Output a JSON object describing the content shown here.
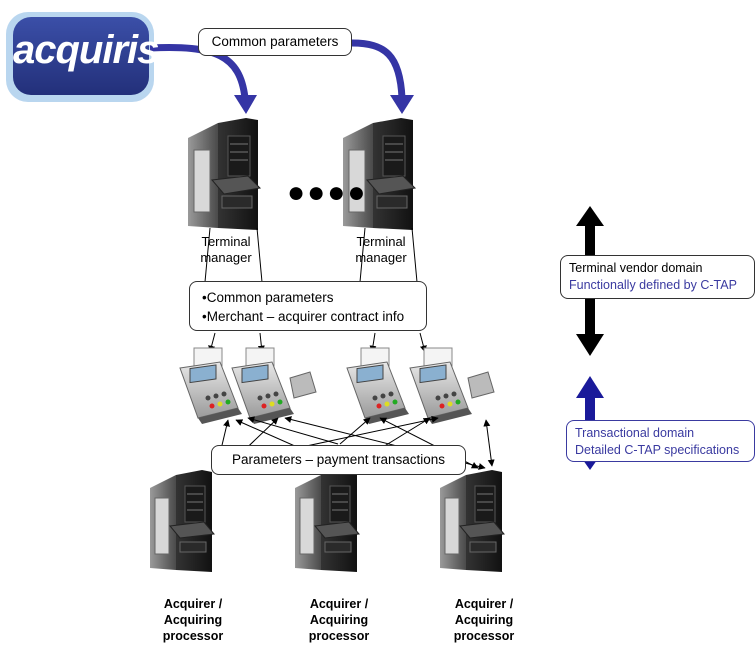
{
  "logo": {
    "text": "acquiris",
    "color": "#2f3f8f"
  },
  "top_box": {
    "label": "Common parameters"
  },
  "terminal_managers": [
    {
      "line1": "Terminal",
      "line2": "manager"
    },
    {
      "line1": "Terminal",
      "line2": "manager"
    }
  ],
  "ellipsis": "●●●●",
  "contract_box": {
    "items": [
      "Common parameters",
      "Merchant – acquirer contract info"
    ]
  },
  "transactions_box": {
    "label": "Parameters – payment transactions"
  },
  "acquirers": [
    {
      "line1": "Acquirer /",
      "line2": "Acquiring",
      "line3": "processor"
    },
    {
      "line1": "Acquirer /",
      "line2": "Acquiring",
      "line3": "processor"
    },
    {
      "line1": "Acquirer /",
      "line2": "Acquiring",
      "line3": "processor"
    }
  ],
  "vendor_domain": {
    "line1": "Terminal vendor domain",
    "line2": "Functionally defined by C-TAP",
    "arrow_color": "#000000"
  },
  "transactional_domain": {
    "line1": "Transactional domain",
    "line2": "Detailed C-TAP specifications",
    "arrow_color": "#1a1a9a"
  },
  "colors": {
    "arrow_blue": "#3535a5",
    "text_navy": "#3a3aa0"
  }
}
